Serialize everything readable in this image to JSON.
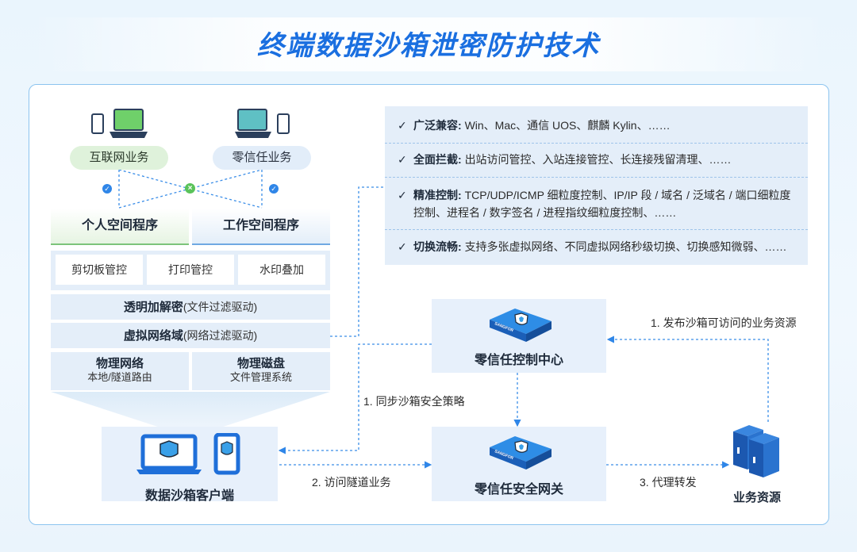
{
  "title": "终端数据沙箱泄密防护技术",
  "left": {
    "pill_internet": "互联网业务",
    "pill_zerotrust": "零信任业务",
    "space_personal": "个人空间程序",
    "space_work": "工作空间程序",
    "controls": [
      "剪切板管控",
      "打印管控",
      "水印叠加"
    ],
    "encrypt_bold": "透明加解密",
    "encrypt_note": "(文件过滤驱动)",
    "vnet_bold": "虚拟网络域",
    "vnet_note": "(网络过滤驱动)",
    "phys_net_bold": "物理网络",
    "phys_net_note": "本地/隧道路由",
    "phys_disk_bold": "物理磁盘",
    "phys_disk_note": "文件管理系统"
  },
  "features": [
    {
      "label": "广泛兼容:",
      "text": "Win、Mac、通信 UOS、麒麟 Kylin、……"
    },
    {
      "label": "全面拦截:",
      "text": "出站访问管控、入站连接管控、长连接残留清理、……"
    },
    {
      "label": "精准控制:",
      "text": "TCP/UDP/ICMP 细粒度控制、IP/IP 段 / 域名 / 泛域名 / 端口细粒度控制、进程名 / 数字签名 / 进程指纹细粒度控制、……"
    },
    {
      "label": "切换流畅:",
      "text": "支持多张虚拟网络、不同虚拟网络秒级切换、切换感知微弱、……"
    }
  ],
  "nodes": {
    "control_center": "零信任控制中心",
    "client": "数据沙箱客户端",
    "gateway": "零信任安全网关",
    "resource": "业务资源",
    "device_brand": "SANGFOR"
  },
  "flows": {
    "publish": "1. 发布沙箱可访问的业务资源",
    "sync": "1. 同步沙箱安全策略",
    "tunnel": "2. 访问隧道业务",
    "proxy": "3. 代理转发"
  },
  "colors": {
    "title": "#1a6fe0",
    "accent_blue": "#2f86e8",
    "accent_green": "#5ac35a",
    "panel_border": "#8cc4ef"
  },
  "icons": [
    "check-icon",
    "laptop-icon",
    "phone-icon",
    "server-icon",
    "gateway-device-icon",
    "shield-icon"
  ]
}
